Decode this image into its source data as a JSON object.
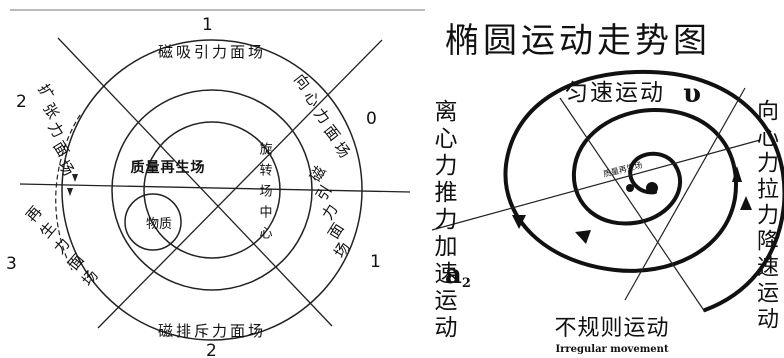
{
  "left_diagram": {
    "num_top": "1",
    "num_left": "2",
    "num_right_top": "0",
    "num_right_bottom": "1",
    "num_left_bottom": "3",
    "num_bottom": "2",
    "top_label": "磁吸引力面场",
    "bottom_label": "磁排斥力面场",
    "left_upper_label": "扩张力面场",
    "left_lower_label": "再生力面场",
    "right_upper_label": "向心力面场",
    "right_lower_label": "磁引力面场",
    "center_label": "质量再生场",
    "inner_vertical_label": "旋转场中心",
    "inner_circle_label": "物质"
  },
  "right_diagram": {
    "title": "椭圆运动走势图",
    "top_label": "匀速运动",
    "top_symbol": "υ",
    "left_vertical": "离心力推力加速运动",
    "left_symbol_base": "a",
    "left_symbol_sub": "2",
    "right_vertical": "向心力拉力降速运动",
    "center_small": "质量再生场",
    "bottom_label": "不规则运动",
    "bottom_english": "Irregular movement"
  }
}
